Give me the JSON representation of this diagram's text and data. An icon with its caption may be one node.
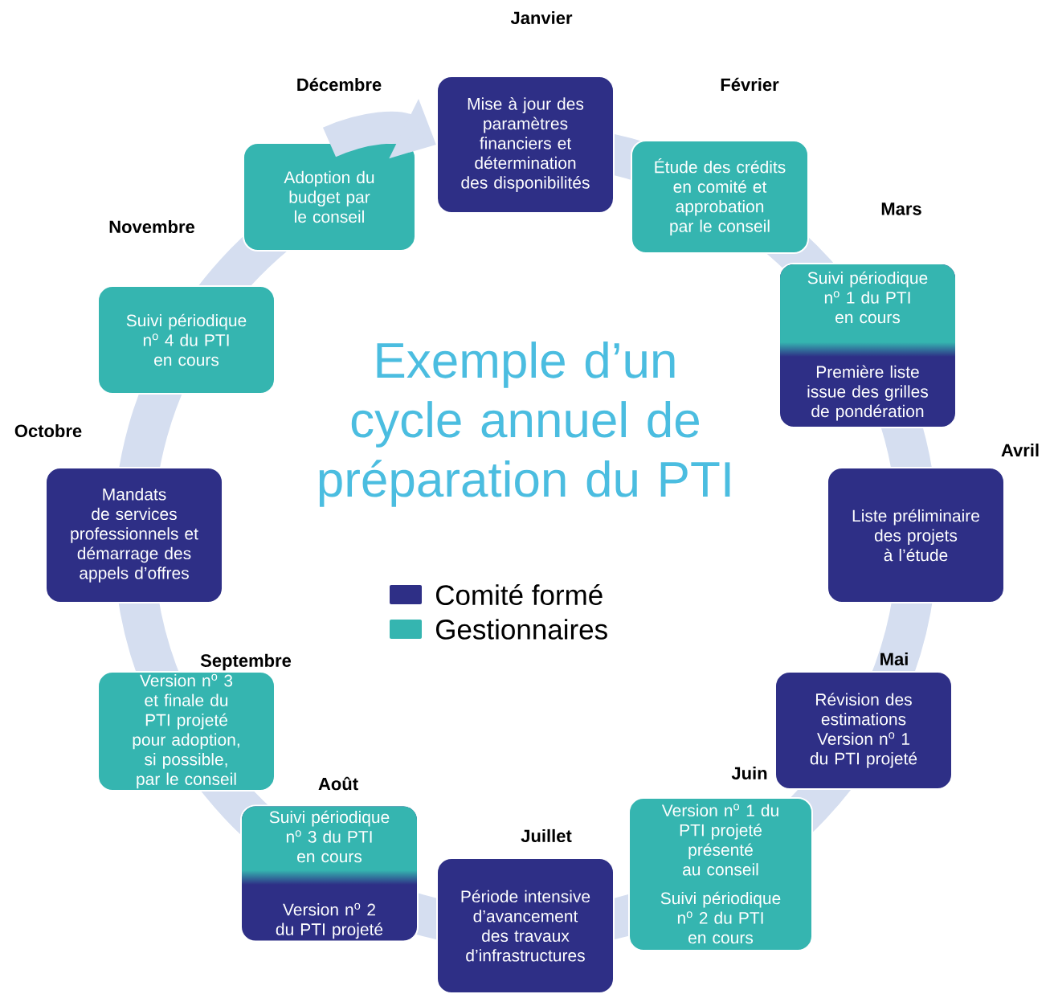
{
  "diagram": {
    "title": "Exemple d’un cycle annuel de préparation du PTI",
    "nodes": [
      {
        "text": [
          "Mise à jour des paramètres financiers et détermination des disponibilités"
        ],
        "beside": [
          "Janvier"
        ]
      },
      {
        "text": [
          "Étude des crédits en comité et approbation par le conseil"
        ],
        "beside": [
          "Février"
        ]
      },
      {
        "text": [
          "Suivi périodique n$^{o}$ 1 du PTI en cours",
          "Première liste issue des grilles de pondération"
        ],
        "beside": [
          "Mars"
        ]
      },
      {
        "text": [
          "Liste préliminaire des projets à l’étude"
        ],
        "beside": [
          "Avril"
        ]
      },
      {
        "text": [
          "Révision des estimations Version n$^{o}$ 1 du PTI projeté"
        ],
        "beside": [
          "Mai"
        ]
      },
      {
        "text": [
          "Version n$^{o}$ 1 du PTI projeté présenté au conseil",
          "Suivi périodique n$^{o}$ 2 du PTI en cours"
        ],
        "beside": [
          "Juin"
        ]
      },
      {
        "text": [
          "Période intensive d’avancement des travaux d’infrastructures"
        ],
        "beside": [
          "Juillet"
        ]
      },
      {
        "text": [
          "Suivi périodique n$^{o}$ 3 du PTI en cours",
          "Version n$^{o}$ 2 du PTI projeté"
        ],
        "beside": [
          "Août"
        ]
      },
      {
        "text": [
          "Version n$^{o}$ 3 et finale du PTI projeté pour adoption, si possible, par le conseil"
        ],
        "beside": [
          "Septembre"
        ]
      },
      {
        "text": [
          "Mandats de services professionnels et démarrage des appels d’offres"
        ],
        "beside": [
          "Octobre"
        ]
      },
      {
        "text": [
          "Suivi périodique n$^{o}$ 4 du PTI en cours"
        ],
        "beside": [
          "Novembre"
        ]
      },
      {
        "text": [
          "Adoption du budget par le conseil"
        ],
        "beside": [
          "Décembre"
        ]
      }
    ],
    "edges": [
      {
        "from": 11,
        "to": 0,
        "arrow": "to"
      }
    ],
    "legend": [
      {
        "text": "Comité formé",
        "color": "#2e2f86"
      },
      {
        "text": "Gestionnaires",
        "color": "#35b5b0"
      }
    ]
  }
}
